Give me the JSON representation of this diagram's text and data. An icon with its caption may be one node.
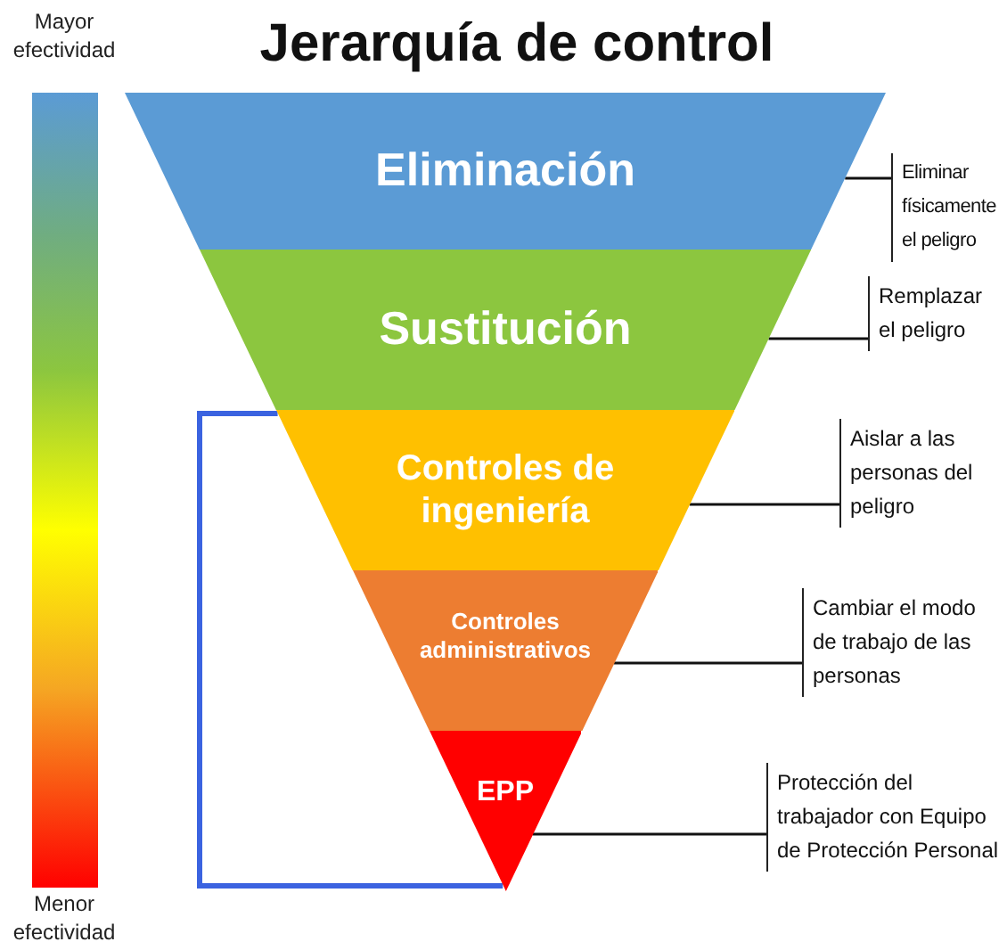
{
  "diagram": {
    "title": "Jerarquía de control",
    "nodes": [
      {
        "text": [
          "Eliminación"
        ]
      },
      {
        "text": [
          "Sustitución"
        ]
      },
      {
        "text": [
          "Controles de ingeniería"
        ]
      },
      {
        "text": [
          "Controles administrativos"
        ]
      },
      {
        "text": [
          "EPP"
        ]
      },
      {
        "text": [
          "Eliminar físicamente el peligro"
        ]
      },
      {
        "text": [
          "Remplazar el peligro"
        ]
      },
      {
        "text": [
          "Aislar a las personas del peligro"
        ]
      },
      {
        "text": [
          "Cambiar el modo de trabajo de las personas"
        ]
      },
      {
        "text": [
          "Protección del trabajador con Equipo de Protección Personal"
        ]
      },
      {
        "text": [],
        "shape": "bar",
        "beside": [
          "Mayor efectividad",
          "Menor efectividad"
        ]
      }
    ],
    "edges": [
      {
        "from": 0,
        "to": 5,
        "arrow": "none"
      },
      {
        "from": 1,
        "to": 6,
        "arrow": "none"
      },
      {
        "from": 2,
        "to": 7,
        "arrow": "none"
      },
      {
        "from": 3,
        "to": 8,
        "arrow": "none"
      },
      {
        "from": 4,
        "to": 9,
        "arrow": "none"
      },
      {
        "from": 2,
        "to": 4,
        "arrow": "none",
        "color": "#3b63e0"
      }
    ]
  }
}
